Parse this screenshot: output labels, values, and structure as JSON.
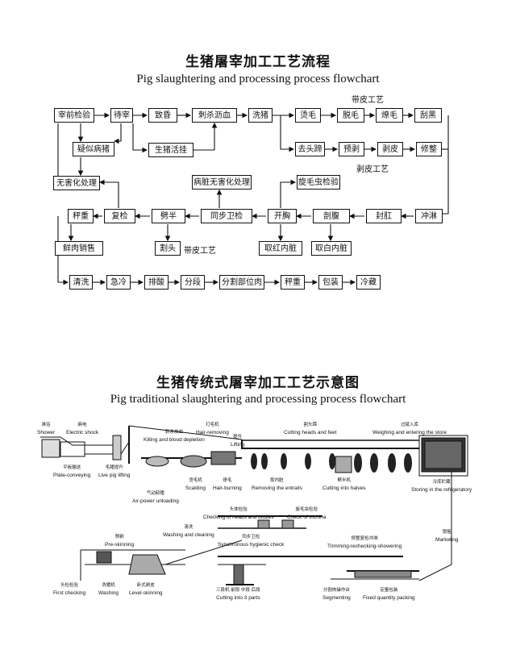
{
  "flowchart": {
    "title_cn": "生猪屠宰加工工艺流程",
    "title_en": "Pig slaughtering and processing process flowchart",
    "steps": {
      "slaughter_inspection": "宰前检验",
      "waiting": "待宰",
      "stun": "致昏",
      "stick_bleed": "刺杀沥血",
      "wash_pig": "洗猪",
      "scald": "烫毛",
      "dehair": "脱毛",
      "singe": "燎毛",
      "scrape": "刮黑",
      "suspect_pig": "疑似病猪",
      "live_hang": "生猪活挂",
      "remove_head_feet": "去头蹄",
      "pre_skin": "预剥",
      "skinning": "剥皮",
      "trim": "修整",
      "harmless_treatment": "无害化处理",
      "diseased_viscera": "病脏无害化处理",
      "trichina_check": "旋毛虫检验",
      "weigh1": "秤重",
      "recheck": "复检",
      "split_half": "劈半",
      "sync_check": "同步卫检",
      "open_chest": "开胸",
      "open_belly": "剖腹",
      "seal_anus": "封肛",
      "shower": "冲淋",
      "fresh_sale": "鲜肉销售",
      "cut_head": "割头",
      "red_viscera": "取红内脏",
      "white_viscera": "取白内脏",
      "clean": "清洗",
      "quick_cool": "急冷",
      "acid_discharge": "排酸",
      "segment": "分段",
      "cut_parts": "分割部位肉",
      "weigh2": "秤重",
      "pack": "包装",
      "cold_store": "冷藏"
    },
    "notes": {
      "skin_process_top": "带皮工艺",
      "skinning_process": "剥皮工艺",
      "skin_process_bottom": "带皮工艺"
    }
  },
  "illustration": {
    "title_cn": "生猪传统式屠宰加工工艺示意图",
    "title_en": "Pig traditional slaughtering and processing process flowchart",
    "labels": [
      {
        "cn": "淋浴",
        "en": "Shower"
      },
      {
        "cn": "麻电",
        "en": "Electric shock"
      },
      {
        "cn": "平板输送",
        "en": "Plate-conveying"
      },
      {
        "cn": "毛猪提升",
        "en": "Live pig lifting"
      },
      {
        "cn": "刺杀放血",
        "en": "Killing and blood depletion"
      },
      {
        "cn": "打毛机",
        "en": "Hair-removing"
      },
      {
        "cn": "提升",
        "en": "Lifting"
      },
      {
        "cn": "割头蹄",
        "en": "Cutting heads and feet"
      },
      {
        "cn": "过磅入库",
        "en": "Weighing and entering the store"
      },
      {
        "cn": "气动卸猪",
        "en": "Air-power unloading"
      },
      {
        "cn": "烫毛机",
        "en": "Scalding"
      },
      {
        "cn": "燎毛",
        "en": "Hair-burning"
      },
      {
        "cn": "取内脏",
        "en": "Removing the entrails"
      },
      {
        "cn": "劈半机",
        "en": "Cutting into halves"
      },
      {
        "cn": "冷库贮藏",
        "en": "Storing in the refrigeratory"
      },
      {
        "cn": "头体检验",
        "en": "Checking of heads and bodies"
      },
      {
        "cn": "旋毛虫检验",
        "en": "Check of trichina"
      },
      {
        "cn": "同步卫检",
        "en": "Synchronous hygienic check"
      },
      {
        "cn": "销售",
        "en": "Marketing"
      },
      {
        "cn": "预剥",
        "en": "Pre-skinning"
      },
      {
        "cn": "清洗",
        "en": "Washing and cleaning"
      },
      {
        "cn": "修整复检冲淋",
        "en": "Trimming-rechecking-showering"
      },
      {
        "cn": "头检检验",
        "en": "First checking"
      },
      {
        "cn": "洗猪机",
        "en": "Washing"
      },
      {
        "cn": "卧式剥皮",
        "en": "Level-skinning"
      },
      {
        "cn": "三段机 前段 中段 后段",
        "en": "Cutting into 3 parts"
      },
      {
        "cn": "分割肉操作台",
        "en": "Segmenting"
      },
      {
        "cn": "定量包装",
        "en": "Fixed quantity packing"
      }
    ]
  }
}
